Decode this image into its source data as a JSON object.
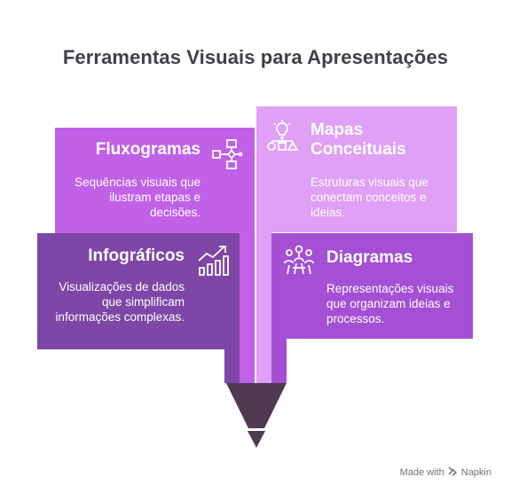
{
  "title": "Ferramentas Visuais para Apresentações",
  "cards": {
    "fluxogramas": {
      "title": "Fluxogramas",
      "description": "Sequências visuais que ilustram etapas e decisões.",
      "icon": "flowchart-icon",
      "color": "#c061e8"
    },
    "mapas": {
      "title": "Mapas Conceituais",
      "description": "Estruturas visuais que conectam conceitos e ideias.",
      "icon": "lightbulb-shapes-icon",
      "color": "#dfa0f5"
    },
    "infograficos": {
      "title": "Infográficos",
      "description": "Visualizações de dados que simplificam informações complexas.",
      "icon": "bar-chart-growth-icon",
      "color": "#7e46a6"
    },
    "diagramas": {
      "title": "Diagramas",
      "description": "Representações visuais que organizam ideias e processos.",
      "icon": "people-network-icon",
      "color": "#a44fd4"
    }
  },
  "funnel_color": "#4f3a52",
  "footer": {
    "made_with": "Made with",
    "brand": "Napkin"
  }
}
